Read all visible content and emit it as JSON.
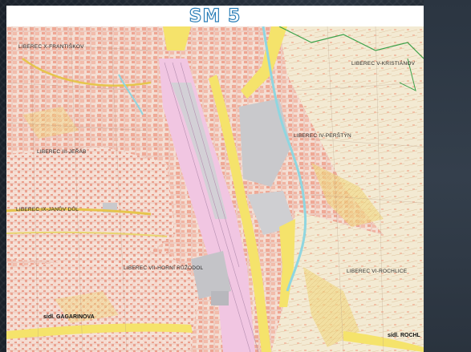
{
  "slide": {
    "title": "SM 5"
  },
  "map": {
    "labels": [
      {
        "id": "x-frantiskov",
        "text": "LIBEREC X-FRANTIŠKOV"
      },
      {
        "id": "v-kristianov",
        "text": "LIBEREC V-KRISTIÁNOV"
      },
      {
        "id": "iii-jerab",
        "text": "LIBEREC III-JEŘÁB"
      },
      {
        "id": "iv-perstyn",
        "text": "LIBEREC IV-PERŠTÝN"
      },
      {
        "id": "ix-januv-dul",
        "text": "LIBEREC IX-JANŮV DŮL"
      },
      {
        "id": "vii-horni-ruzodol",
        "text": "LIBEREC VII-HORNÍ RŮŽODOL"
      },
      {
        "id": "vi-rochlice",
        "text": "LIBEREC VI-ROCHLICE"
      },
      {
        "id": "sid-gagarinova",
        "text": "sídl. GAGARINOVA"
      },
      {
        "id": "sid-rochlice",
        "text": "sídl. ROCHL"
      }
    ],
    "colors": {
      "base": "#f3efe2",
      "residential": "#f2b8a6",
      "rail": "#f1c6e2",
      "industrial": "#c9c9cc",
      "road_major": "#f5e36b",
      "river": "#8fd6e0",
      "boundary": "#3aa24a"
    }
  }
}
